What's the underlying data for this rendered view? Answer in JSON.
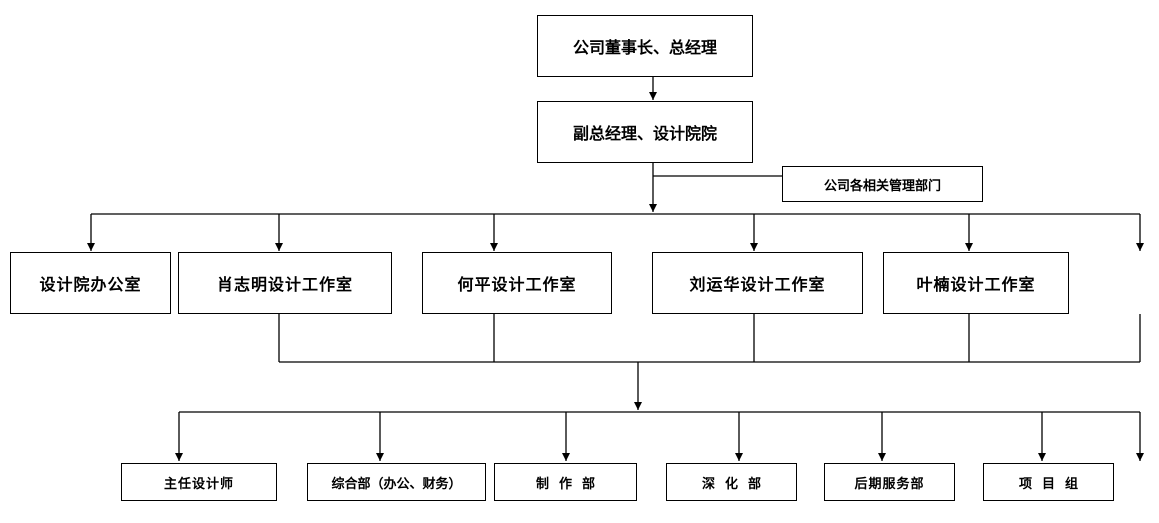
{
  "diagram": {
    "top": {
      "label": "公司董事长、总经理"
    },
    "deputy": {
      "label": "副总经理、设计院院"
    },
    "side_dept": {
      "label": "公司各相关管理部门"
    },
    "studios": [
      {
        "label": "设计院办公室"
      },
      {
        "label": "肖志明设计工作室"
      },
      {
        "label": "何平设计工作室"
      },
      {
        "label": "刘运华设计工作室"
      },
      {
        "label": "叶楠设计工作室"
      }
    ],
    "departments": [
      {
        "label": "主任设计师"
      },
      {
        "label": "综合部（办公、财务）"
      },
      {
        "label": "制作部"
      },
      {
        "label": "深化部"
      },
      {
        "label": "后期服务部"
      },
      {
        "label": "项目组"
      }
    ]
  }
}
